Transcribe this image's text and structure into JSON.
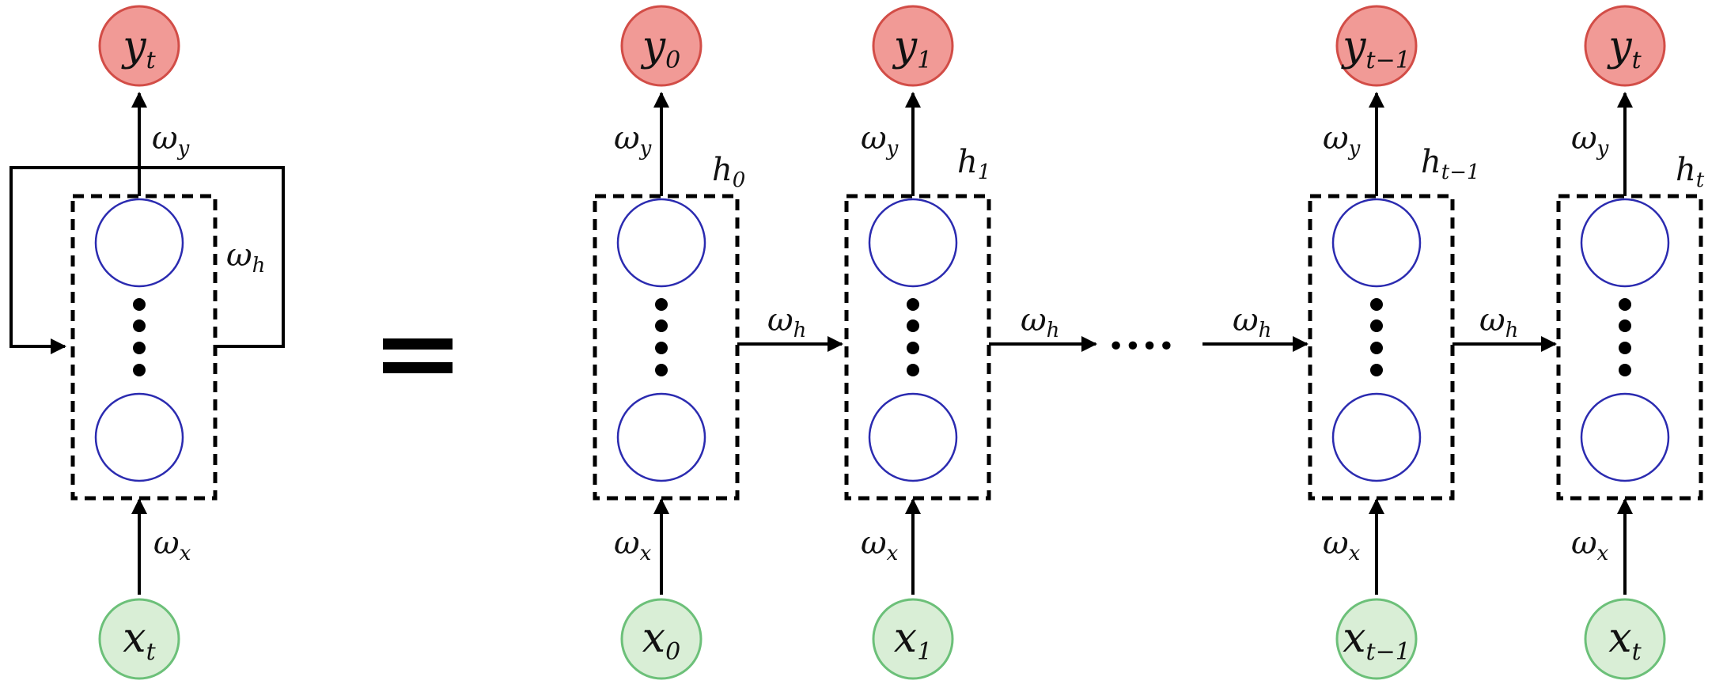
{
  "colors": {
    "output_fill": "#f19a96",
    "output_stroke": "#d24d47",
    "input_fill": "#d9eed6",
    "input_stroke": "#6cc079",
    "neuron_stroke": "#2b2bb0",
    "line": "#000000"
  },
  "folded": {
    "output": {
      "base": "y",
      "sub": "t"
    },
    "input": {
      "base": "x",
      "sub": "t"
    },
    "w_y": {
      "base": "ω",
      "sub": "y"
    },
    "w_x": {
      "base": "ω",
      "sub": "x"
    },
    "w_h": {
      "base": "ω",
      "sub": "h"
    }
  },
  "equals_sign": "=",
  "ellipsis": "••••",
  "unrolled": [
    {
      "output": {
        "base": "y",
        "sub": "0"
      },
      "input": {
        "base": "x",
        "sub": "0"
      },
      "hidden": {
        "base": "h",
        "sub": "0"
      },
      "w_y": {
        "base": "ω",
        "sub": "y"
      },
      "w_x": {
        "base": "ω",
        "sub": "x"
      },
      "w_h_out": {
        "base": "ω",
        "sub": "h"
      }
    },
    {
      "output": {
        "base": "y",
        "sub": "1"
      },
      "input": {
        "base": "x",
        "sub": "1"
      },
      "hidden": {
        "base": "h",
        "sub": "1"
      },
      "w_y": {
        "base": "ω",
        "sub": "y"
      },
      "w_x": {
        "base": "ω",
        "sub": "x"
      },
      "w_h_out": {
        "base": "ω",
        "sub": "h"
      }
    },
    {
      "output": {
        "base": "y",
        "sub": "t−1"
      },
      "input": {
        "base": "x",
        "sub": "t−1"
      },
      "hidden": {
        "base": "h",
        "sub": "t−1"
      },
      "w_y": {
        "base": "ω",
        "sub": "y"
      },
      "w_x": {
        "base": "ω",
        "sub": "x"
      },
      "w_h_in": {
        "base": "ω",
        "sub": "h"
      },
      "w_h_out": {
        "base": "ω",
        "sub": "h"
      }
    },
    {
      "output": {
        "base": "y",
        "sub": "t"
      },
      "input": {
        "base": "x",
        "sub": "t"
      },
      "hidden": {
        "base": "h",
        "sub": "t"
      },
      "w_y": {
        "base": "ω",
        "sub": "y"
      },
      "w_x": {
        "base": "ω",
        "sub": "x"
      }
    }
  ]
}
